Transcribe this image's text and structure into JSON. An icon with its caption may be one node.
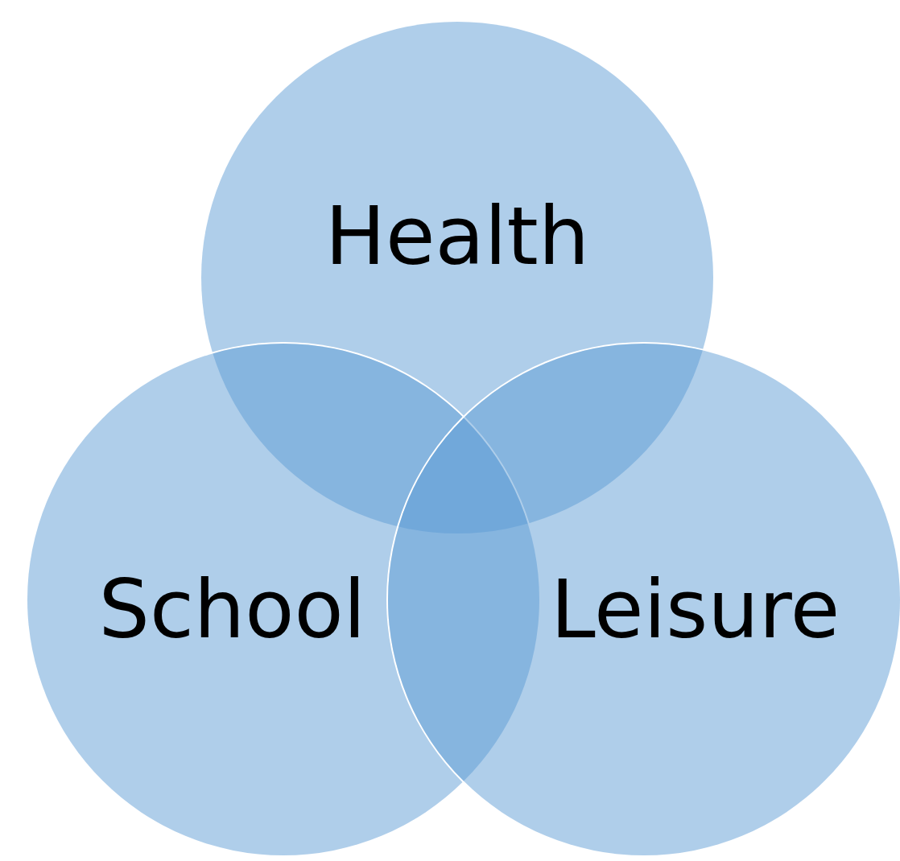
{
  "diagram": {
    "nodes": [
      {
        "text": [
          "Health"
        ]
      },
      {
        "text": [
          "School"
        ]
      },
      {
        "text": [
          "Leisure"
        ]
      }
    ]
  }
}
